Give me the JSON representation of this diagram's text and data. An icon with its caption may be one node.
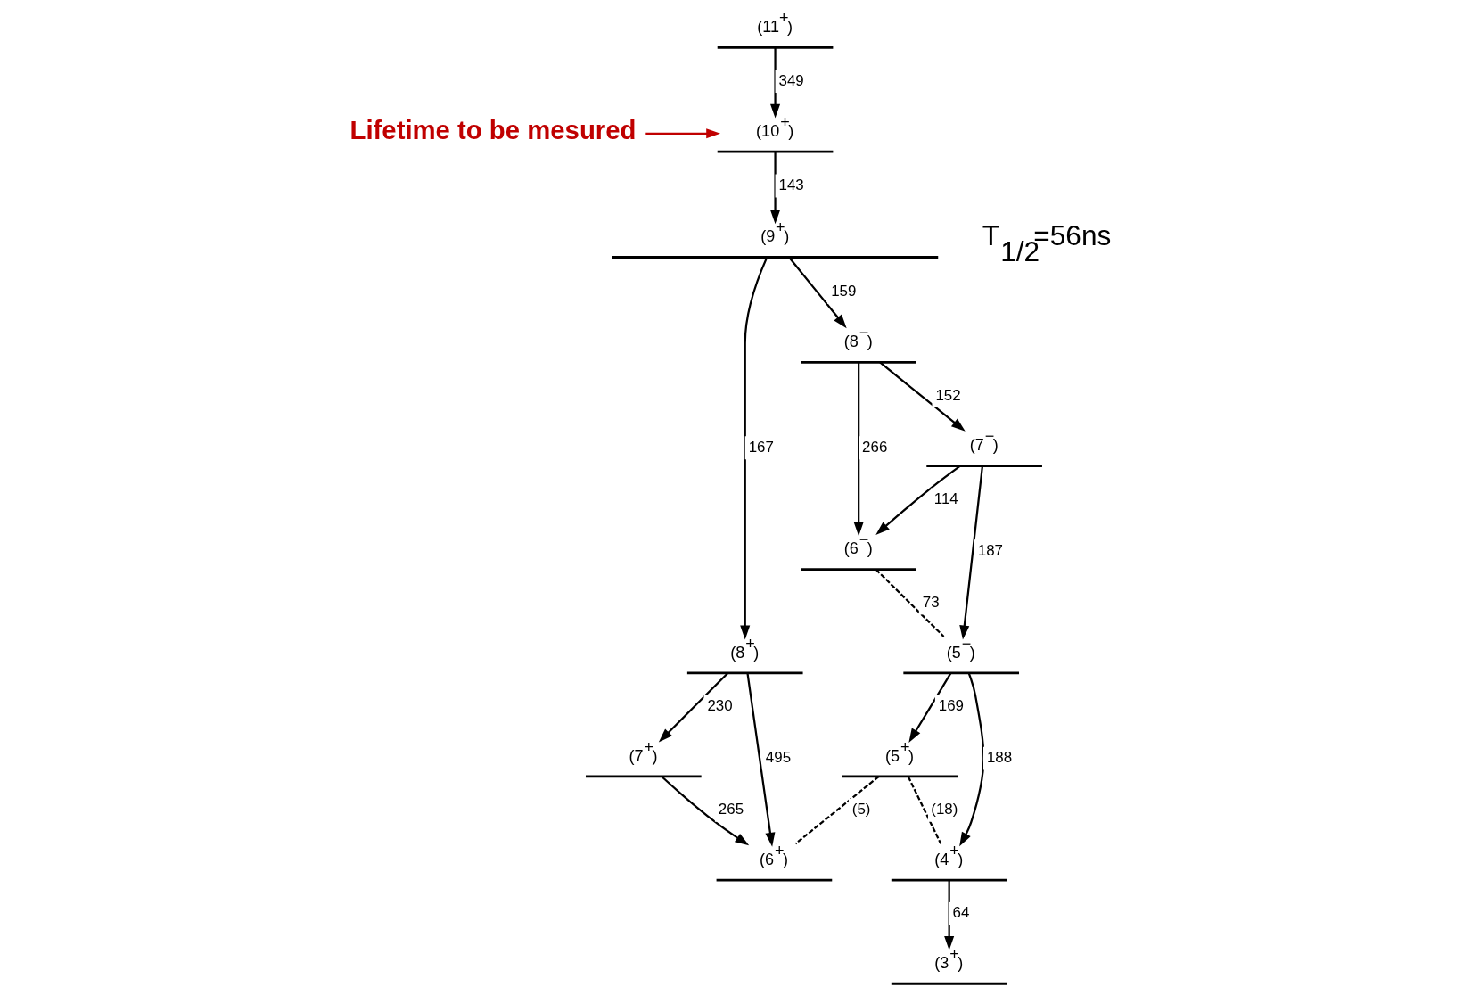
{
  "diagram": {
    "nodes": [
      {
        "text": [
          "(11$^{+}$)"
        ]
      },
      {
        "text": [
          "(10$^{+}$)"
        ]
      },
      {
        "text": [
          "(9$^{+}$)"
        ],
        "beside": [
          "T$_{1/2}$=56ns"
        ]
      },
      {
        "text": [
          "(8$^{+}$)"
        ]
      },
      {
        "text": [
          "(8$^{−}$)"
        ]
      },
      {
        "text": [
          "(7$^{+}$)"
        ]
      },
      {
        "text": [
          "(7$^{−}$)"
        ]
      },
      {
        "text": [
          "(6$^{−}$)"
        ]
      },
      {
        "text": [
          "(5$^{−}$)"
        ]
      },
      {
        "text": [
          "(6$^{+}$)"
        ]
      },
      {
        "text": [
          "(5$^{+}$)"
        ]
      },
      {
        "text": [
          "(4$^{+}$)"
        ]
      },
      {
        "text": [
          "(3$^{+}$)"
        ]
      },
      {
        "text": [
          "Lifetime to be mesured"
        ]
      }
    ],
    "edges": [
      {
        "from": 0,
        "to": 1,
        "arrow": "to",
        "label": "349"
      },
      {
        "from": 1,
        "to": 2,
        "arrow": "to",
        "label": "143"
      },
      {
        "from": 2,
        "to": 3,
        "arrow": "to",
        "label": "167"
      },
      {
        "from": 2,
        "to": 4,
        "arrow": "to",
        "label": "159"
      },
      {
        "from": 3,
        "to": 5,
        "arrow": "to",
        "label": "230"
      },
      {
        "from": 3,
        "to": 9,
        "arrow": "to",
        "label": "495"
      },
      {
        "from": 4,
        "to": 6,
        "arrow": "to",
        "label": "152"
      },
      {
        "from": 4,
        "to": 7,
        "arrow": "to",
        "label": "266"
      },
      {
        "from": 5,
        "to": 9,
        "arrow": "to",
        "label": "265"
      },
      {
        "from": 6,
        "to": 7,
        "arrow": "to",
        "label": "114"
      },
      {
        "from": 6,
        "to": 8,
        "arrow": "to",
        "label": "187"
      },
      {
        "from": 7,
        "to": 8,
        "arrow": "none",
        "label": "73",
        "style": "dashed"
      },
      {
        "from": 8,
        "to": 10,
        "arrow": "to",
        "label": "169"
      },
      {
        "from": 8,
        "to": 11,
        "arrow": "to",
        "label": "188"
      },
      {
        "from": 10,
        "to": 9,
        "arrow": "none",
        "label": "(5)",
        "style": "dashed"
      },
      {
        "from": 10,
        "to": 11,
        "arrow": "none",
        "label": "(18)",
        "style": "dashed"
      },
      {
        "from": 11,
        "to": 12,
        "arrow": "to",
        "label": "64"
      },
      {
        "from": 13,
        "to": 1,
        "arrow": "to",
        "color": "#c00000"
      }
    ]
  }
}
